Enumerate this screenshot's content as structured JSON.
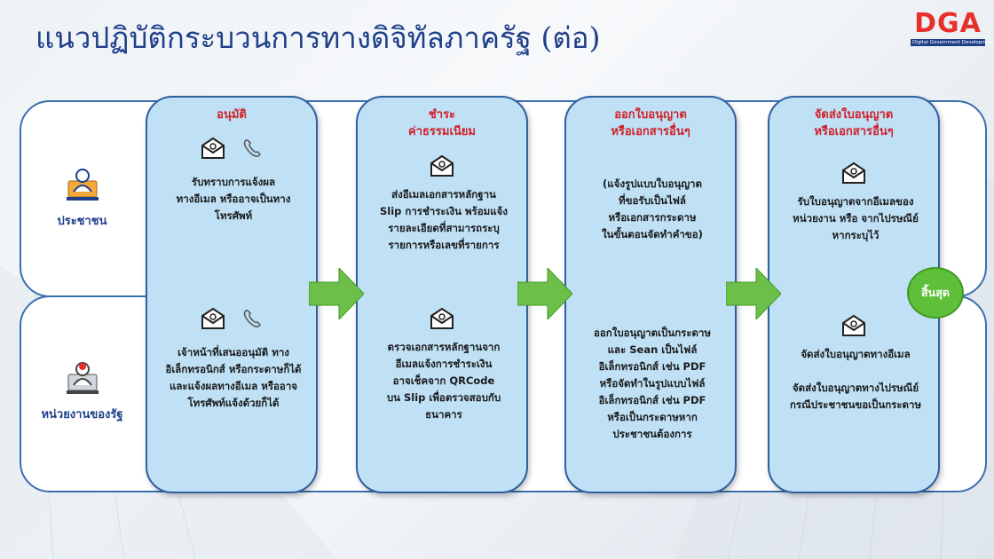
{
  "title": "แนวปฏิบัติกระบวนการทางดิจิทัลภาครัฐ (ต่อ)",
  "logo": {
    "text": "DGA",
    "subtitle": "Digital Government Development Agency"
  },
  "actors": {
    "top": "ประชาชน",
    "bottom": "หน่วยงานของรัฐ"
  },
  "columns": [
    {
      "header": [
        "อนุมัติ"
      ],
      "top_icons": [
        "email-icon",
        "phone-icon"
      ],
      "top": [
        "รับทราบการแจ้งผล",
        "ทางอีเมล หรืออาจเป็นทาง",
        "โทรศัพท์"
      ],
      "bottom_icons": [
        "email-icon",
        "phone-icon"
      ],
      "bottom": [
        "เจ้าหน้าที่เสนออนุมัติ ทาง",
        "อิเล็กทรอนิกส์ หรือกระดาษก็ได้",
        "และแจ้งผลทางอีเมล หรืออาจ",
        "โทรศัพท์แจ้งด้วยก็ได้"
      ]
    },
    {
      "header": [
        "ชำระ",
        "ค่าธรรมเนียม"
      ],
      "top_icons": [
        "email-icon"
      ],
      "top": [
        "ส่งอีเมลเอกสารหลักฐาน",
        "Slip การชำระเงิน พร้อมแจ้ง",
        "รายละเอียดที่สามารถระบุ",
        "รายการหรือเลขที่รายการ"
      ],
      "bottom_icons": [
        "email-icon"
      ],
      "bottom": [
        "ตรวจเอกสารหลักฐานจาก",
        "อีเมลแจ้งการชำระเงิน",
        "อาจเช็คจาก QRCode",
        "บน Slip เพื่อตรวจสอบกับ",
        "ธนาคาร"
      ]
    },
    {
      "header": [
        "ออกใบอนุญาต",
        "หรือเอกสารอื่นๆ"
      ],
      "top_icons": [],
      "top": [
        "(แจ้งรูปแบบใบอนุญาต",
        "ที่ขอรับเป็นไฟล์",
        "หรือเอกสารกระดาษ",
        "ในขั้นตอนจัดทำคำขอ)"
      ],
      "bottom_icons": [],
      "bottom": [
        "ออกใบอนุญาตเป็นกระดาษ",
        "และ Sean เป็นไฟล์",
        "อิเล็กทรอนิกส์ เช่น PDF",
        "หรือจัดทำในรูปแบบไฟล์",
        "อิเล็กทรอนิกส์ เช่น PDF",
        "หรือเป็นกระดาษหาก",
        "ประชาชนต้องการ"
      ]
    },
    {
      "header": [
        "จัดส่งใบอนุญาต",
        "หรือเอกสารอื่นๆ"
      ],
      "top_icons": [
        "email-icon"
      ],
      "top": [
        "รับใบอนุญาตจากอีเมลของ",
        "หน่วยงาน หรือ จากไปรษณีย์",
        "หากระบุไว้"
      ],
      "bottom_icons": [
        "email-icon"
      ],
      "bottom": [
        "จัดส่งใบอนุญาตทางอีเมล",
        "",
        "จัดส่งใบอนุญาตทางไปรษณีย์",
        "กรณีประชาชนขอเป็นกระดาษ"
      ]
    }
  ],
  "end_label": "สิ้นสุด",
  "colors": {
    "column_fill": "#bfe0f5",
    "header_red": "#d0212a",
    "arrow_green": "#6cc04a",
    "title_blue": "#1f3f8a"
  }
}
